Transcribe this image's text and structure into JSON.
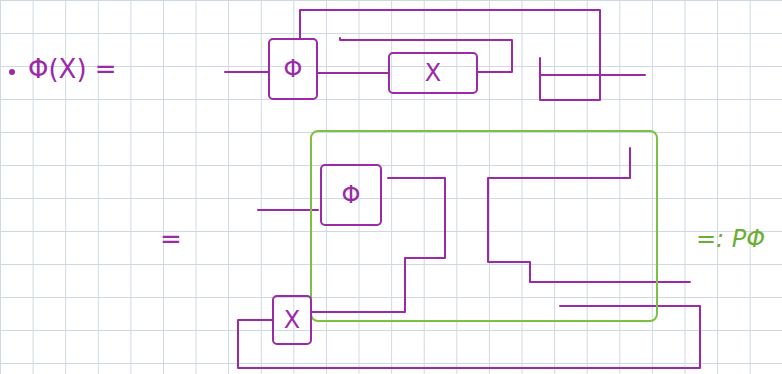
{
  "diagram": {
    "nodes": [
      {
        "text": [
          "Φ"
        ]
      },
      {
        "text": [
          "X"
        ]
      },
      {
        "text": [
          "=: PΦ"
        ]
      },
      {
        "text": [
          "Φ"
        ],
        "in": 2
      },
      {
        "text": [
          "X"
        ]
      }
    ],
    "edges": [
      {
        "from": 0,
        "to": 1,
        "arrow": "none"
      }
    ],
    "labels": [
      "Φ(X) =",
      "="
    ]
  }
}
